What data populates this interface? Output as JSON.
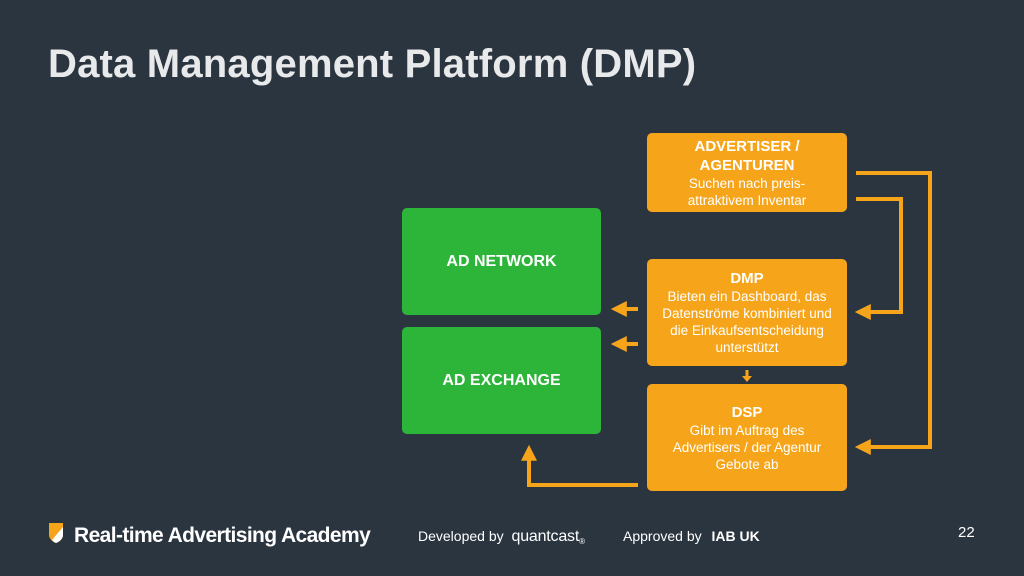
{
  "slide": {
    "title": "Data Management Platform (DMP)",
    "page_number": "22"
  },
  "boxes": {
    "ad_network": {
      "label": "AD NETWORK"
    },
    "ad_exchange": {
      "label": "AD EXCHANGE"
    },
    "advertiser": {
      "title": "ADVERTISER / AGENTUREN",
      "text": "Suchen nach preis-attraktivem Inventar"
    },
    "dmp": {
      "title": "DMP",
      "text": "Bieten ein Dashboard, das Datenströme kombiniert und die Einkaufsentscheidung unterstützt"
    },
    "dsp": {
      "title": "DSP",
      "text": "Gibt im Auftrag des Advertisers / der Agentur Gebote ab"
    }
  },
  "footer": {
    "brand": "Real-time Advertising Academy",
    "developed_prefix": "Developed by",
    "developed_name": "quantcast",
    "developed_mark": "®",
    "approved_prefix": "Approved by",
    "approved_name": "IAB UK"
  },
  "colors": {
    "background": "#2b3540",
    "green": "#2db53a",
    "orange": "#f6a51b",
    "arrow": "#f6a51b",
    "title": "#e8e9ea"
  }
}
